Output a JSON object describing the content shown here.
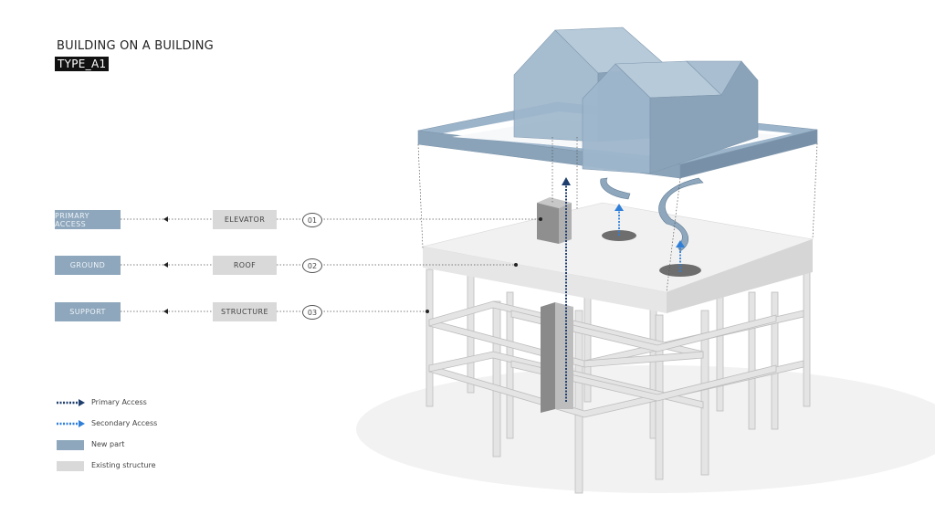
{
  "header": {
    "title": "BUILDING ON A BUILDING",
    "subtitle": "TYPE_A1"
  },
  "callouts": [
    {
      "category": "PRIMARY ACCESS",
      "component": "ELEVATOR",
      "number": "01"
    },
    {
      "category": "GROUND",
      "component": "ROOF",
      "number": "02"
    },
    {
      "category": "SUPPORT",
      "component": "STRUCTURE",
      "number": "03"
    }
  ],
  "legend": {
    "primary_access": "Primary Access",
    "secondary_access": "Secondary Access",
    "new_part": "New part",
    "existing_structure": "Existing structure"
  },
  "colors": {
    "new_part": "#8ea7bd",
    "existing_structure": "#d9d9d9",
    "primary_access": "#1f3f6e",
    "secondary_access": "#2f7fd8"
  }
}
